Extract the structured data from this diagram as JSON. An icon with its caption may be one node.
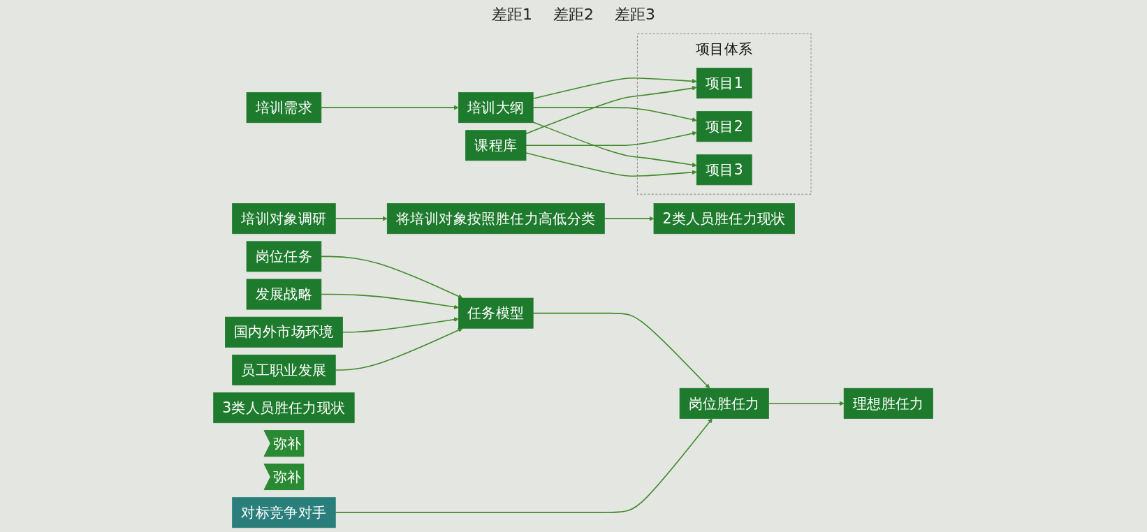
{
  "diagram": {
    "nodes": [
      {
        "text": [
          "岗位任务"
        ]
      },
      {
        "text": [
          "发展战略"
        ]
      },
      {
        "text": [
          "国内外市场环境"
        ]
      },
      {
        "text": [
          "员工职业发展"
        ]
      },
      {
        "text": [
          "任务模型"
        ]
      },
      {
        "text": [
          "对标竞争对手"
        ]
      },
      {
        "text": [
          "岗位胜任力"
        ]
      },
      {
        "text": [
          "理想胜任力"
        ]
      },
      {
        "text": [
          "培训对象调研"
        ]
      },
      {
        "text": [
          "将培训对象按照胜任力高低分类"
        ]
      },
      {
        "text": [
          "2类人员胜任力现状"
        ]
      },
      {
        "text": [
          "3类人员胜任力现状"
        ]
      },
      {
        "text": [
          "弥补"
        ]
      },
      {
        "text": [
          "弥补"
        ]
      },
      {
        "text": [
          "培训需求"
        ]
      },
      {
        "text": [
          "培训大纲"
        ]
      },
      {
        "text": [
          "项目体系"
        ]
      },
      {
        "text": [
          "项目1"
        ],
        "in": 16
      },
      {
        "text": [
          "项目2"
        ],
        "in": 16
      },
      {
        "text": [
          "项目3"
        ],
        "in": 16
      },
      {
        "text": [
          "课程库"
        ]
      }
    ],
    "edges": [
      {
        "from": 0,
        "to": 4,
        "arrow": "to"
      },
      {
        "from": 1,
        "to": 4,
        "arrow": "to"
      },
      {
        "from": 2,
        "to": 4,
        "arrow": "to"
      },
      {
        "from": 3,
        "to": 4,
        "arrow": "to"
      },
      {
        "from": 4,
        "to": 6,
        "arrow": "to"
      },
      {
        "from": 5,
        "to": 6,
        "arrow": "to"
      },
      {
        "from": 6,
        "to": 7,
        "arrow": "to"
      },
      {
        "from": 8,
        "to": 9,
        "arrow": "to"
      },
      {
        "from": 9,
        "to": 10,
        "arrow": "to"
      },
      {
        "from": 14,
        "to": 15,
        "arrow": "to"
      },
      {
        "from": 15,
        "to": 17,
        "arrow": "to"
      },
      {
        "from": 15,
        "to": 18,
        "arrow": "to"
      },
      {
        "from": 15,
        "to": 19,
        "arrow": "to"
      },
      {
        "from": 20,
        "to": 17,
        "arrow": "to"
      },
      {
        "from": 20,
        "to": 18,
        "arrow": "to"
      },
      {
        "from": 20,
        "to": 19,
        "arrow": "to"
      }
    ],
    "labels": [
      "差距1",
      "差距2",
      "差距3"
    ]
  }
}
